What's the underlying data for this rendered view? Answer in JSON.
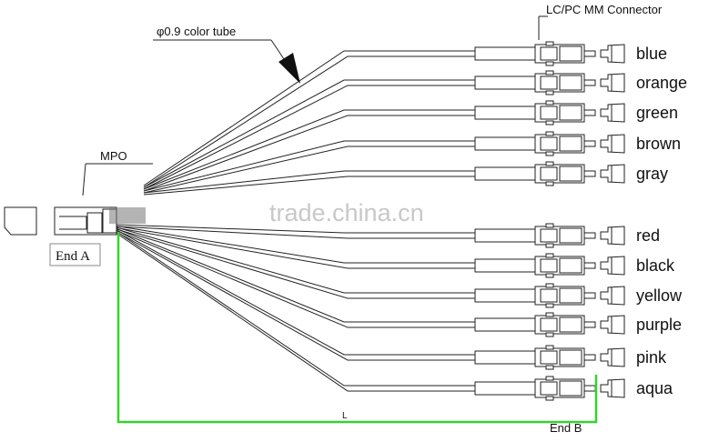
{
  "diagram": {
    "connector_callout": "LC/PC MM Connector",
    "tube_callout": "φ0.9  color tube",
    "mpo_callout": "MPO",
    "end_a_label": "End A",
    "end_b_label": "End B",
    "length_label": "L",
    "watermark": "trade.china.cn",
    "length_line_color": "#39d12f",
    "fibers": [
      "blue",
      "orange",
      "green",
      "brown",
      "gray",
      "red",
      "black",
      "yellow",
      "purple",
      "pink",
      "aqua"
    ]
  }
}
